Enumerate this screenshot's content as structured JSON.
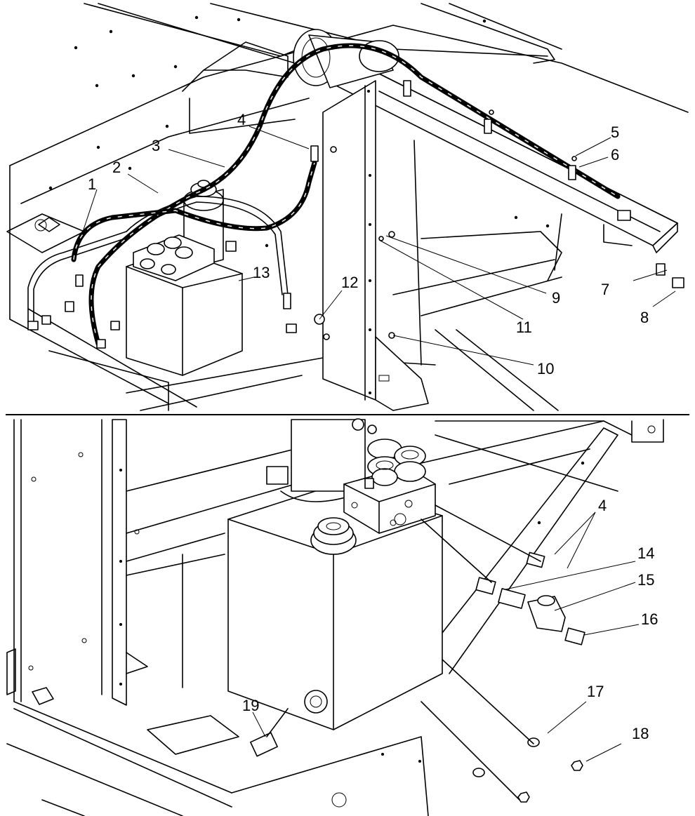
{
  "figure": {
    "upper_view": {
      "callouts": [
        {
          "id": "c1",
          "label": "1"
        },
        {
          "id": "c2",
          "label": "2"
        },
        {
          "id": "c3",
          "label": "3"
        },
        {
          "id": "c4",
          "label": "4"
        },
        {
          "id": "c5",
          "label": "5"
        },
        {
          "id": "c6",
          "label": "6"
        },
        {
          "id": "c7",
          "label": "7"
        },
        {
          "id": "c8",
          "label": "8"
        },
        {
          "id": "c9",
          "label": "9"
        },
        {
          "id": "c10",
          "label": "10"
        },
        {
          "id": "c11",
          "label": "11"
        },
        {
          "id": "c12",
          "label": "12"
        },
        {
          "id": "c13",
          "label": "13"
        }
      ]
    },
    "lower_view": {
      "callouts": [
        {
          "id": "c4b",
          "label": "4"
        },
        {
          "id": "c14",
          "label": "14"
        },
        {
          "id": "c15",
          "label": "15"
        },
        {
          "id": "c16",
          "label": "16"
        },
        {
          "id": "c17",
          "label": "17"
        },
        {
          "id": "c18",
          "label": "18"
        },
        {
          "id": "c19",
          "label": "19"
        }
      ]
    }
  }
}
